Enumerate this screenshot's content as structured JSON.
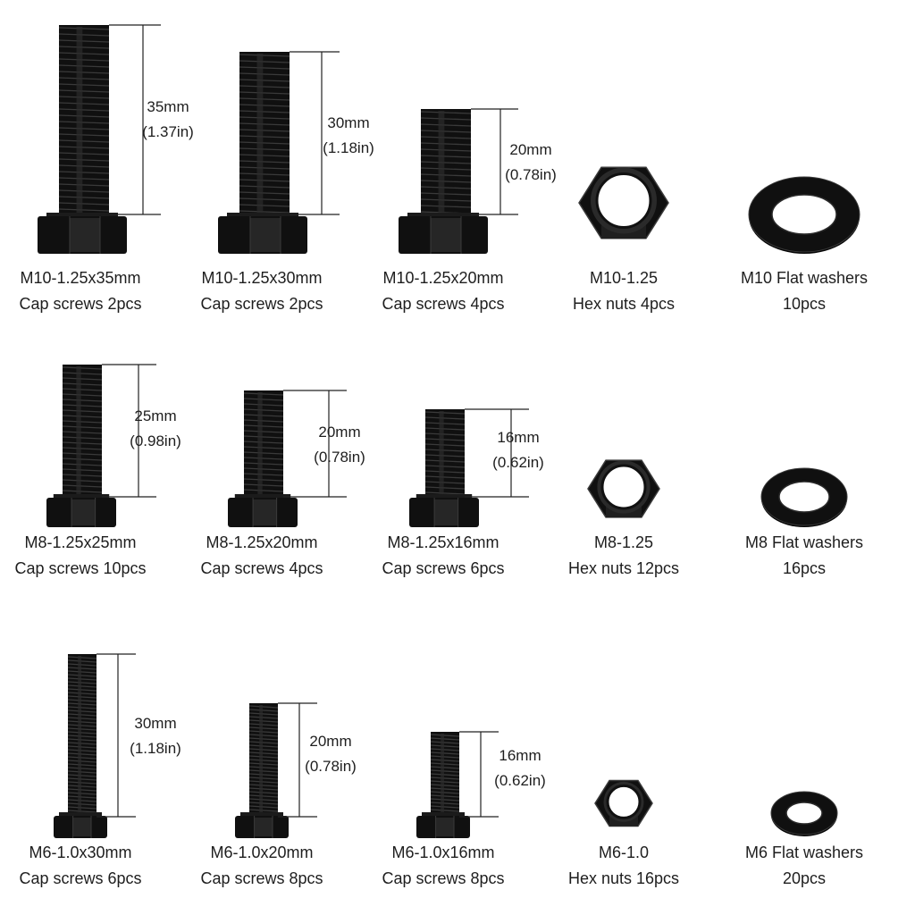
{
  "rows": [
    {
      "items": [
        {
          "kind": "screw",
          "name": "M10-1.25x35mm",
          "qty": "Cap screws 2pcs",
          "length": "35mm",
          "length_in": "(1.37in)"
        },
        {
          "kind": "screw",
          "name": "M10-1.25x30mm",
          "qty": "Cap screws 2pcs",
          "length": "30mm",
          "length_in": "(1.18in)"
        },
        {
          "kind": "screw",
          "name": "M10-1.25x20mm",
          "qty": "Cap screws 4pcs",
          "length": "20mm",
          "length_in": "(0.78in)"
        },
        {
          "kind": "nut",
          "name": "M10-1.25",
          "qty": "Hex nuts 4pcs"
        },
        {
          "kind": "washer",
          "name": "M10 Flat washers",
          "qty": "10pcs"
        }
      ]
    },
    {
      "items": [
        {
          "kind": "screw",
          "name": "M8-1.25x25mm",
          "qty": "Cap screws 10pcs",
          "length": "25mm",
          "length_in": "(0.98in)"
        },
        {
          "kind": "screw",
          "name": "M8-1.25x20mm",
          "qty": "Cap screws 4pcs",
          "length": "20mm",
          "length_in": "(0.78in)"
        },
        {
          "kind": "screw",
          "name": "M8-1.25x16mm",
          "qty": "Cap screws 6pcs",
          "length": "16mm",
          "length_in": "(0.62in)"
        },
        {
          "kind": "nut",
          "name": "M8-1.25",
          "qty": "Hex nuts 12pcs"
        },
        {
          "kind": "washer",
          "name": "M8 Flat washers",
          "qty": "16pcs"
        }
      ]
    },
    {
      "items": [
        {
          "kind": "screw",
          "name": "M6-1.0x30mm",
          "qty": "Cap screws 6pcs",
          "length": "30mm",
          "length_in": "(1.18in)"
        },
        {
          "kind": "screw",
          "name": "M6-1.0x20mm",
          "qty": "Cap screws 8pcs",
          "length": "20mm",
          "length_in": "(0.78in)"
        },
        {
          "kind": "screw",
          "name": "M6-1.0x16mm",
          "qty": "Cap screws 8pcs",
          "length": "16mm",
          "length_in": "(0.62in)"
        },
        {
          "kind": "nut",
          "name": "M6-1.0",
          "qty": "Hex nuts 16pcs"
        },
        {
          "kind": "washer",
          "name": "M6 Flat washers",
          "qty": "20pcs"
        }
      ]
    }
  ],
  "colors": {
    "metal": "#101010",
    "metal_edge": "#3a3a3a",
    "dimension_line": "#222222",
    "text": "#1e1e1e"
  }
}
